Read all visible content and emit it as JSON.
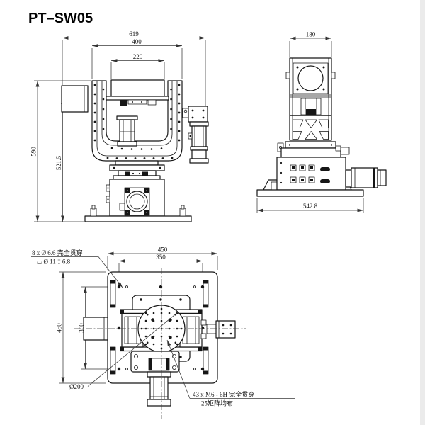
{
  "title": "PT–SW05",
  "front_view": {
    "dim_total_width": "619",
    "dim_yoke_width": "400",
    "dim_platform_width": "220",
    "dim_total_height": "590",
    "dim_axis_height": "521.5"
  },
  "side_view": {
    "dim_body_width": "180",
    "dim_base_width": "542.8"
  },
  "plan_view": {
    "dim_plate_width": "450",
    "dim_hole_pitch_width": "350",
    "dim_plate_depth": "450",
    "dim_hole_pitch_depth": "350",
    "label_circle": "Ø200",
    "note_corner_holes_line1": "8 x Ø 6.6 完全贯穿",
    "note_corner_holes_line2": "⌴ Ø 11 ↧ 6.8",
    "note_grid_holes_line1": "43 x M6 - 6H 完全贯穿",
    "note_grid_holes_line2": "25矩阵均布"
  }
}
